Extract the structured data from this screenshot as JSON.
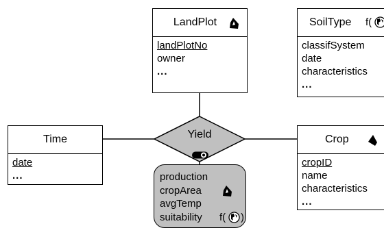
{
  "diagram": {
    "entities": {
      "landplot": {
        "title": "LandPlot",
        "key": "landPlotNo",
        "attrs": [
          "owner"
        ],
        "more": "...",
        "icon": "polygon-icon"
      },
      "soiltype": {
        "title": "SoilType",
        "func_prefix": "f(",
        "icon": "globe-icon",
        "attrs": [
          "classifSystem",
          "date",
          "characteristics"
        ],
        "more": "..."
      },
      "time": {
        "title": "Time",
        "key": "date",
        "more": "..."
      },
      "crop": {
        "title": "Crop",
        "key": "cropID",
        "attrs": [
          "name",
          "characteristics"
        ],
        "more": "...",
        "icon": "polygon-icon"
      }
    },
    "relationship": {
      "name": "Yield",
      "icon": "toggle-icon",
      "attributes": {
        "production": "production",
        "croparea": "cropArea",
        "avgtemp": "avgTemp",
        "suitability": "suitability",
        "suitability_func": "f(",
        "suitability_close": ")"
      }
    },
    "colors": {
      "relationship_fill": "#c0c0c0",
      "line": "#000000"
    }
  }
}
